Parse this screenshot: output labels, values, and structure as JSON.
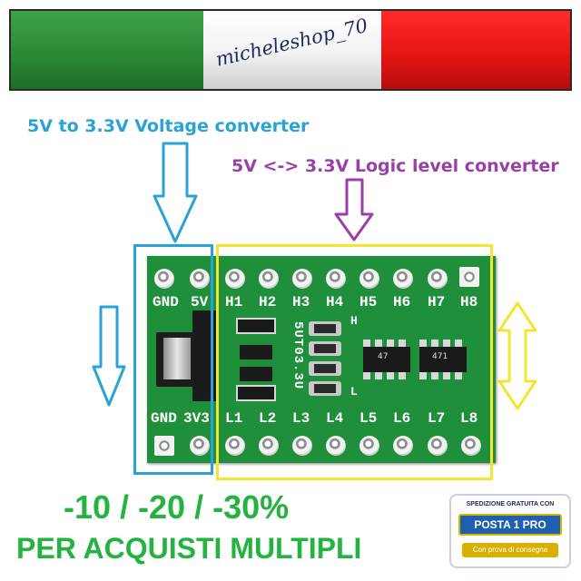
{
  "banner": {
    "shop_name": "micheleshop_70",
    "colors": {
      "green": "#2b8a36",
      "white": "#ffffff",
      "red": "#e61616"
    }
  },
  "labels": {
    "voltage_converter": "5V to 3.3V Voltage converter",
    "logic_converter": "5V <-> 3.3V Logic level converter"
  },
  "board": {
    "top_labels": [
      "GND",
      "5V",
      "H1",
      "H2",
      "H3",
      "H4",
      "H5",
      "H6",
      "H7",
      "H8"
    ],
    "bottom_labels": [
      "GND",
      "3V3",
      "L1",
      "L2",
      "L3",
      "L4",
      "L5",
      "L6",
      "L7",
      "L8"
    ],
    "vertical_text": "5UT03.3U",
    "side_h": "H",
    "side_l": "L",
    "chip1_code": "47",
    "chip2_code": "471",
    "colors": {
      "pcb": "#1f8f3c",
      "silk": "#ffffff"
    }
  },
  "arrows": {
    "blue": "#2aa2d6",
    "purple": "#9a3fa6",
    "yellow": "#f4e530"
  },
  "promo": {
    "discount": "-10 / -20 / -30%",
    "multi_purchase": "PER ACQUISTI MULTIPLI",
    "color": "#24b340"
  },
  "shipping_badge": {
    "top_text": "SPEDIZIONE GRATUITA CON",
    "main_text": "POSTA 1 PRO",
    "sub_text": "Con prova di consegna"
  }
}
